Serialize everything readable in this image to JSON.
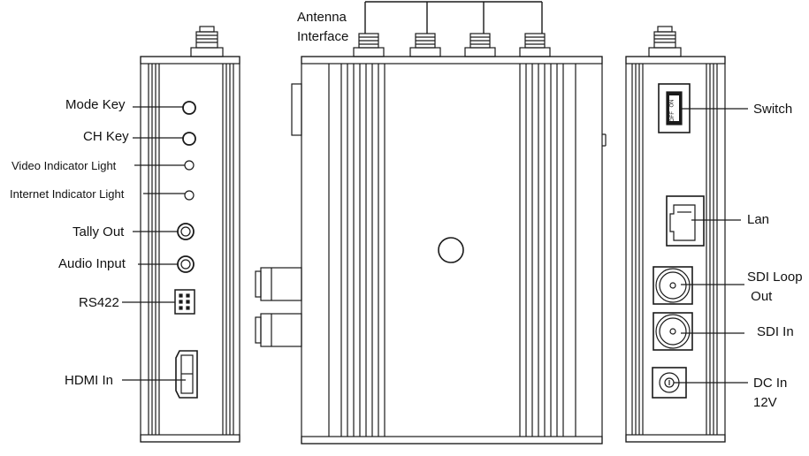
{
  "labels": {
    "antenna_interface": "Antenna\nInterface",
    "mode_key": "Mode Key",
    "ch_key": "CH Key",
    "video_indicator_light": "Video Indicator Light",
    "internet_indicator_light": "Internet Indicator Light",
    "tally_out": "Tally Out",
    "audio_input": "Audio Input",
    "rs422": "RS422",
    "hdmi_in": "HDMI In",
    "switch": "Switch",
    "lan": "Lan",
    "sdi_loop_out": "SDI Loop\n Out",
    "sdi_in": "SDI In",
    "dc_in": "DC In\n12V"
  },
  "switch_marks": {
    "on": "ON",
    "off": "OFF"
  },
  "colors": {
    "line": "#1a1a1a",
    "fill": "#ffffff"
  }
}
